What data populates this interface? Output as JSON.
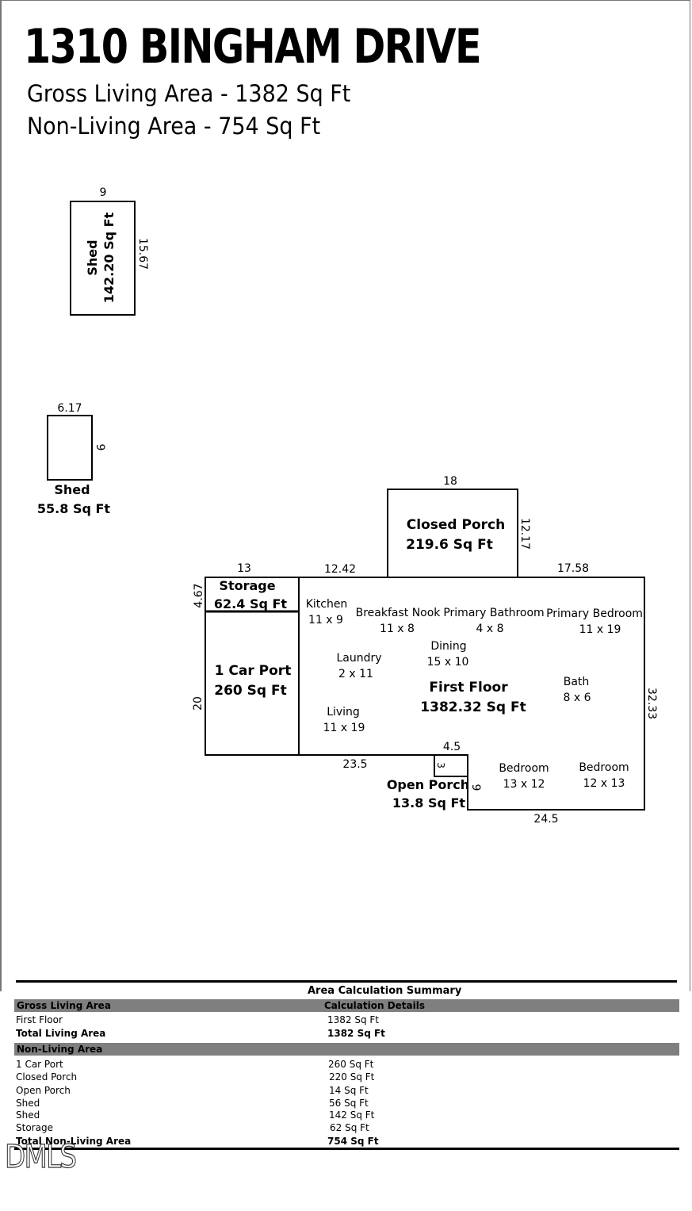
{
  "header": {
    "title": "1310 BINGHAM DRIVE",
    "gross_living": "Gross Living Area - 1382 Sq Ft",
    "non_living": "Non-Living Area - 754 Sq Ft"
  },
  "plan": {
    "shed_large": {
      "name": "Shed",
      "area": "142.20 Sq Ft",
      "top": "9",
      "side": "15.67"
    },
    "shed_small": {
      "name": "Shed",
      "area": "55.8 Sq Ft",
      "top": "6.17",
      "side": "9"
    },
    "closed_porch": {
      "name": "Closed Porch",
      "area": "219.6 Sq Ft",
      "top": "18",
      "side": "12.17"
    },
    "storage": {
      "name": "Storage",
      "area": "62.4 Sq Ft",
      "top": "13",
      "side": "4.67"
    },
    "carport": {
      "name": "1 Car Port",
      "area": "260 Sq Ft",
      "side": "20"
    },
    "first_floor": {
      "name": "First Floor",
      "area": "1382.32 Sq Ft"
    },
    "open_porch": {
      "name": "Open Porch",
      "area": "13.8 Sq Ft",
      "top": "4.5",
      "side": "3"
    },
    "dimensions": {
      "top_a": "12.42",
      "top_b": "17.58",
      "right": "32.33",
      "bottom_a": "23.5",
      "bottom_b": "24.5",
      "step": "9"
    },
    "rooms": [
      {
        "name": "Kitchen",
        "size": "11 x 9"
      },
      {
        "name": "Breakfast Nook",
        "size": "11 x 8"
      },
      {
        "name": "Primary Bathroom",
        "size": "4 x 8"
      },
      {
        "name": "Primary Bedroom",
        "size": "11 x 19"
      },
      {
        "name": "Dining",
        "size": "15 x 10"
      },
      {
        "name": "Laundry",
        "size": "2 x 11"
      },
      {
        "name": "Bath",
        "size": "8 x 6"
      },
      {
        "name": "Living",
        "size": "11 x 19"
      },
      {
        "name": "Bedroom",
        "size": "13 x 12"
      },
      {
        "name": "Bedroom",
        "size": "12 x 13"
      }
    ]
  },
  "summary": {
    "title": "Area Calculation Summary",
    "gross_header": "Gross Living Area",
    "details_header": "Calculation Details",
    "gross_rows": [
      {
        "label": "First Floor",
        "value": "1382 Sq Ft"
      }
    ],
    "gross_total": {
      "label": "Total Living Area",
      "value": "1382 Sq Ft"
    },
    "non_living_header": "Non-Living Area",
    "non_living_rows": [
      {
        "label": "1 Car Port",
        "value": "260 Sq Ft"
      },
      {
        "label": "Closed Porch",
        "value": "220 Sq Ft"
      },
      {
        "label": "Open Porch",
        "value": "14 Sq Ft"
      },
      {
        "label": "Shed",
        "value": "56 Sq Ft"
      },
      {
        "label": "Shed",
        "value": "142 Sq Ft"
      },
      {
        "label": "Storage",
        "value": "62 Sq Ft"
      }
    ],
    "non_living_total": {
      "label": "Total Non-Living Area",
      "value": "754 Sq Ft"
    }
  },
  "watermark": "DMLS"
}
